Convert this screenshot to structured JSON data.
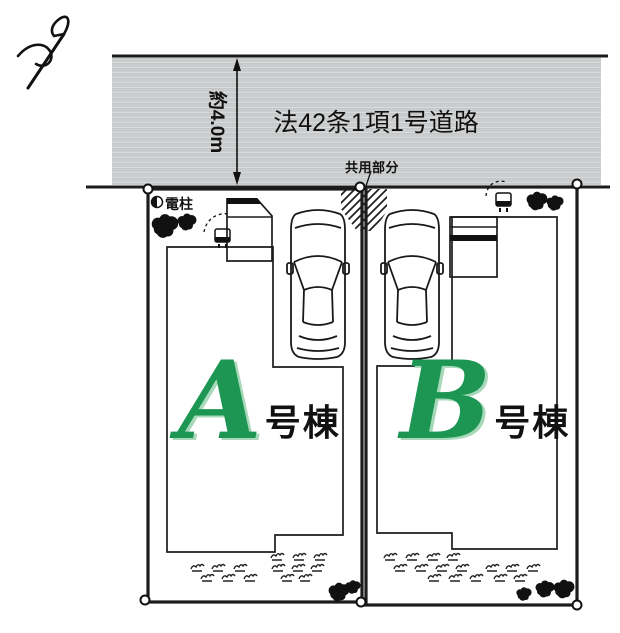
{
  "road": {
    "label": "法42条1項1号道路",
    "width_label": "約4.0m",
    "shared_label": "共用部分"
  },
  "utility_pole_label": "電柱",
  "lots": [
    {
      "letter": "A",
      "suffix": "号棟"
    },
    {
      "letter": "B",
      "suffix": "号棟"
    }
  ],
  "colors": {
    "road_fill": "#cacccd",
    "line": "#1c1c1c",
    "lot_letter_green": "#1d9654",
    "lot_letter_shadow": "#a8d8ba"
  }
}
